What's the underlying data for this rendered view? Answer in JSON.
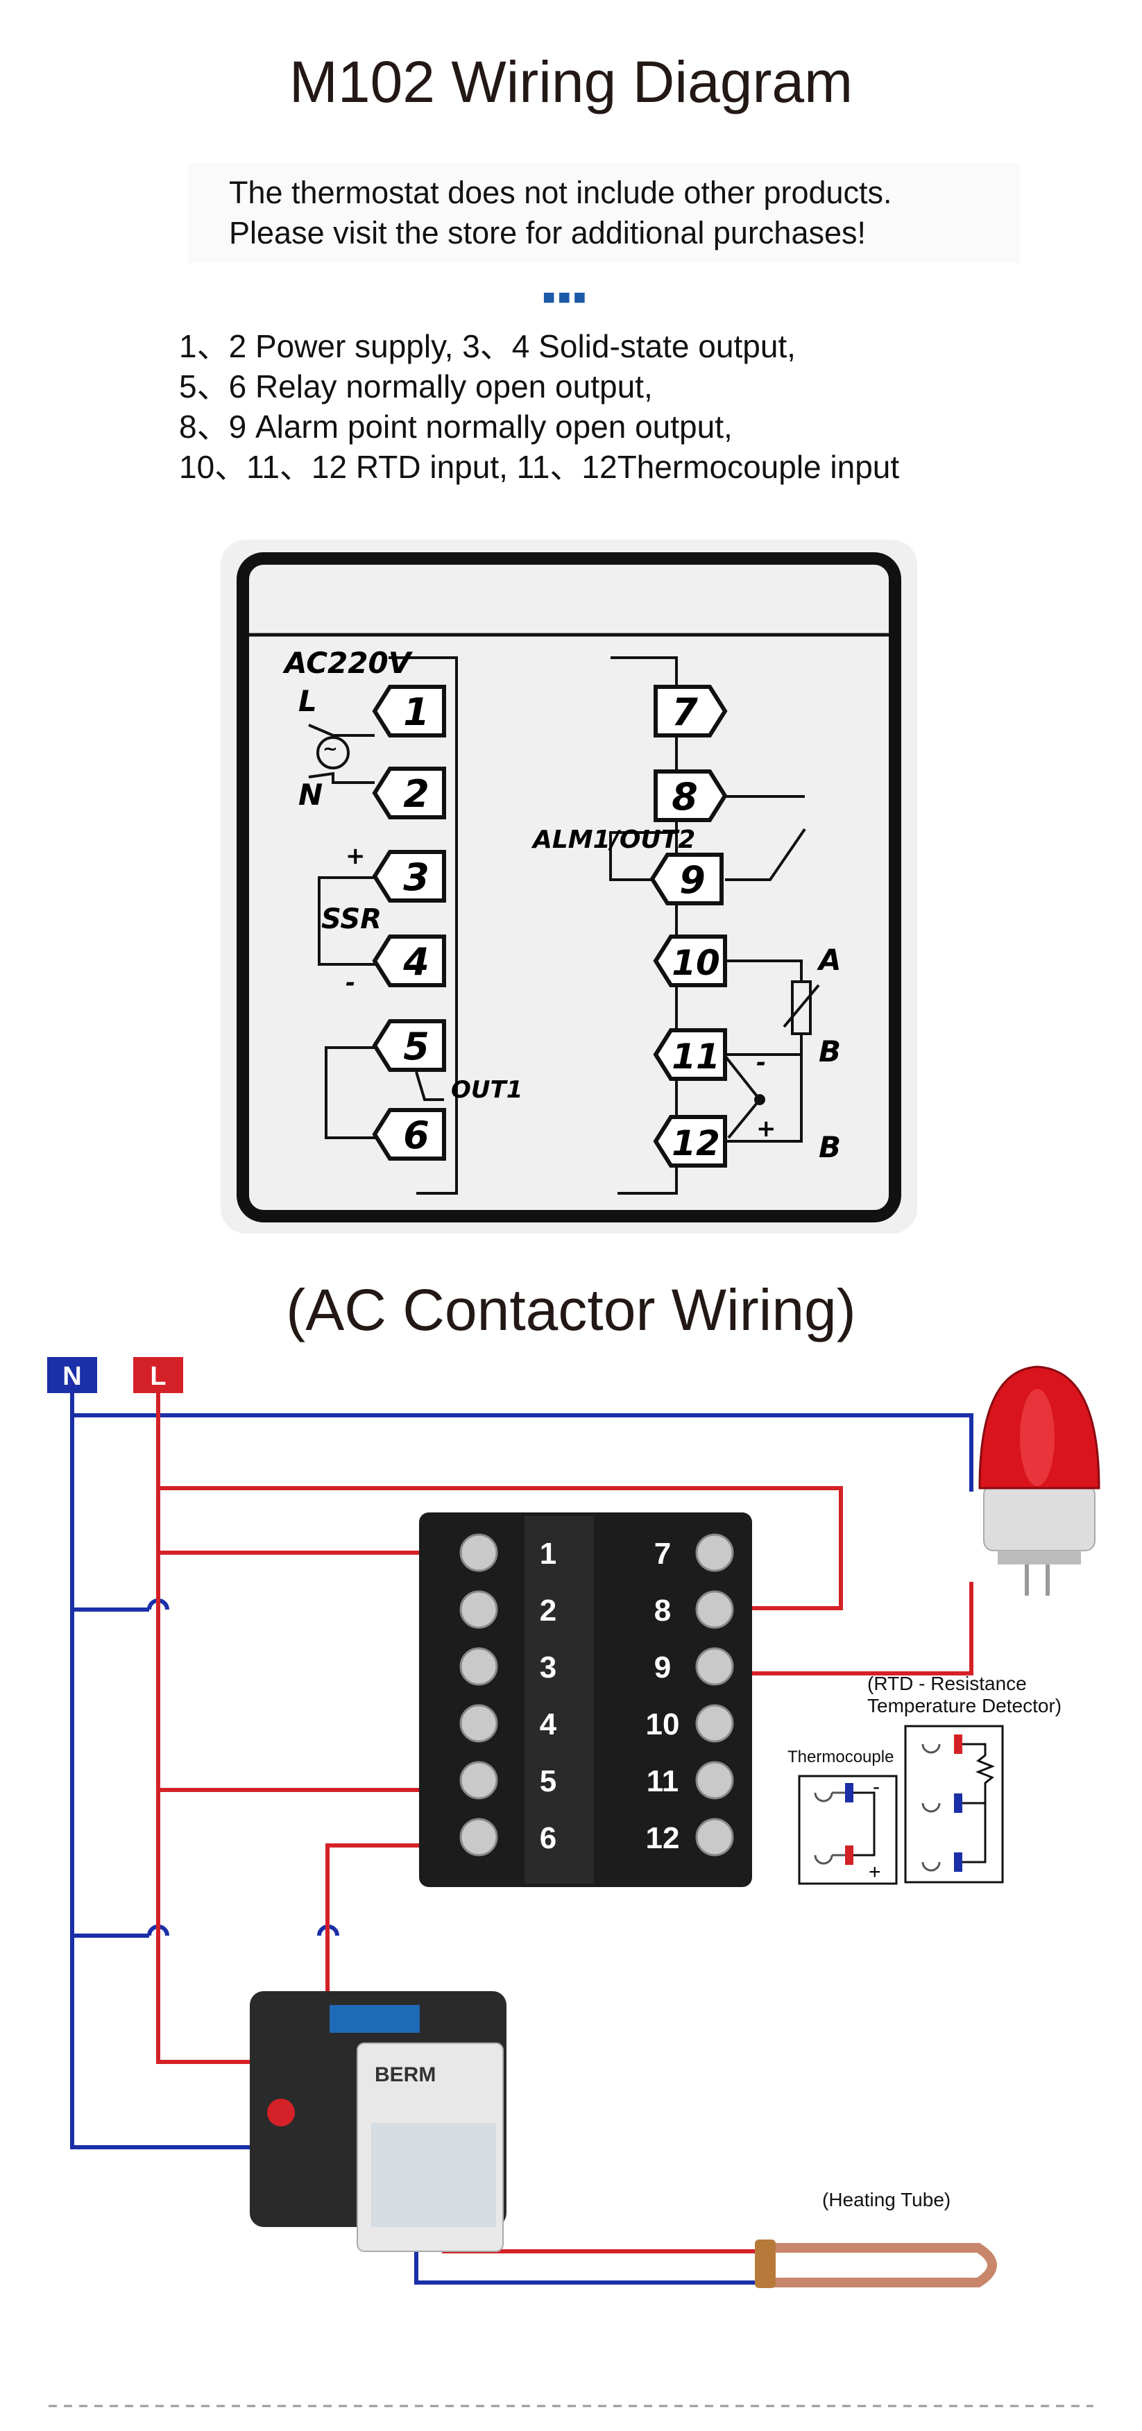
{
  "title": "M102 Wiring Diagram",
  "notice": [
    "The thermostat does not include other products.",
    "Please visit the store for additional purchases!"
  ],
  "pin_desc": [
    "1、2 Power supply, 3、4 Solid-state output,",
    "5、6 Relay normally open output,",
    "8、9  Alarm point normally open output,",
    "10、11、12 RTD input, 11、12Thermocouple input"
  ],
  "schematic": {
    "ac_label": "AC220V",
    "l_label": "L",
    "n_label": "N",
    "plus": "+",
    "minus": "-",
    "ssr_label": "SSR",
    "out1_label": "OUT1",
    "alm_label": "ALM1/OUT2",
    "a_label": "A",
    "b_label": "B",
    "left_terminals": [
      "1",
      "2",
      "3",
      "4",
      "5",
      "6"
    ],
    "right_terminals": [
      "7",
      "8",
      "9",
      "10",
      "11",
      "12"
    ]
  },
  "ac_section": {
    "title": "(AC Contactor Wiring)",
    "n_label": "N",
    "l_label": "L",
    "left_numbers": [
      "1",
      "2",
      "3",
      "4",
      "5",
      "6"
    ],
    "right_numbers": [
      "7",
      "8",
      "9",
      "10",
      "11",
      "12"
    ],
    "rtd_label_1": "(RTD - Resistance",
    "rtd_label_2": "Temperature Detector)",
    "thermocouple_label": "Thermocouple",
    "heating_label": "(Heating Tube)",
    "contactor_brand": "BERM"
  },
  "colors": {
    "live": "#d42128",
    "neutral": "#1a2fa8",
    "terminal_block": "#1c1c1c"
  }
}
